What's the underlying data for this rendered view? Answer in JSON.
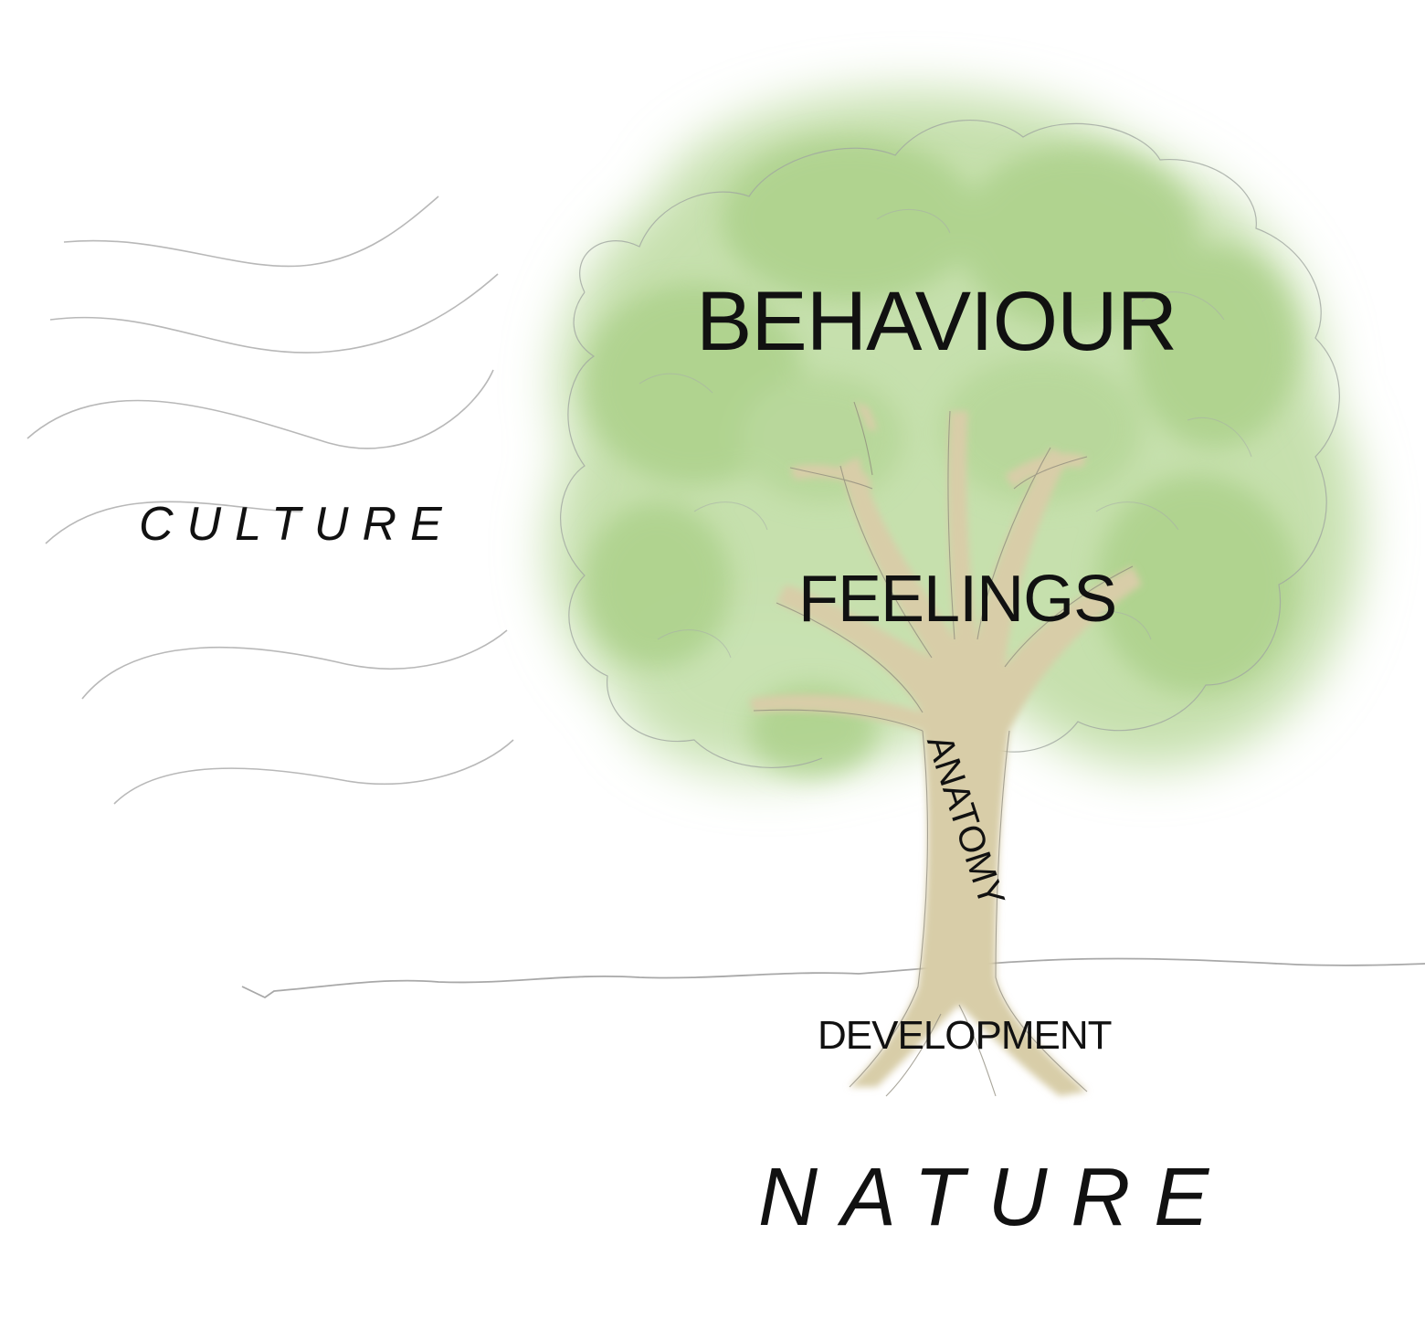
{
  "diagram": {
    "canopy_label": "BEHAVIOUR",
    "branches_label": "FEELINGS",
    "trunk_label": "ANATOMY",
    "roots_label": "DEVELOPMENT",
    "left_label": "CULTURE",
    "bottom_label": "NATURE"
  },
  "colors": {
    "foliage": "#a9cf86",
    "foliage_dark": "#8fbd6a",
    "trunk": "#d8cda8",
    "sketch_line": "#9a9a9a",
    "text": "#111111"
  },
  "icons": {
    "tree": "tree-illustration",
    "wind": "wind-lines"
  }
}
